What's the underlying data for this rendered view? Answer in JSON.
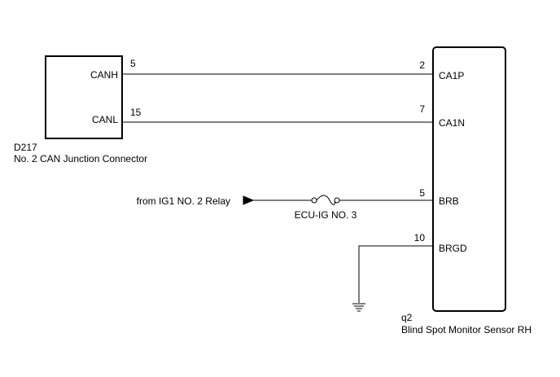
{
  "left_connector": {
    "id": "D217",
    "name": "No. 2 CAN Junction Connector",
    "pins": [
      {
        "label": "CANH",
        "number": "5"
      },
      {
        "label": "CANL",
        "number": "15"
      }
    ]
  },
  "right_component": {
    "id": "q2",
    "name": "Blind Spot Monitor Sensor RH",
    "pins": [
      {
        "label": "CA1P",
        "number": "2"
      },
      {
        "label": "CA1N",
        "number": "7"
      },
      {
        "label": "BRB",
        "number": "5"
      },
      {
        "label": "BRGD",
        "number": "10"
      }
    ]
  },
  "power_source": {
    "label": "from IG1 NO. 2 Relay"
  },
  "fuse": {
    "label": "ECU-IG NO. 3"
  },
  "ground": {
    "icon": "ground-icon"
  }
}
